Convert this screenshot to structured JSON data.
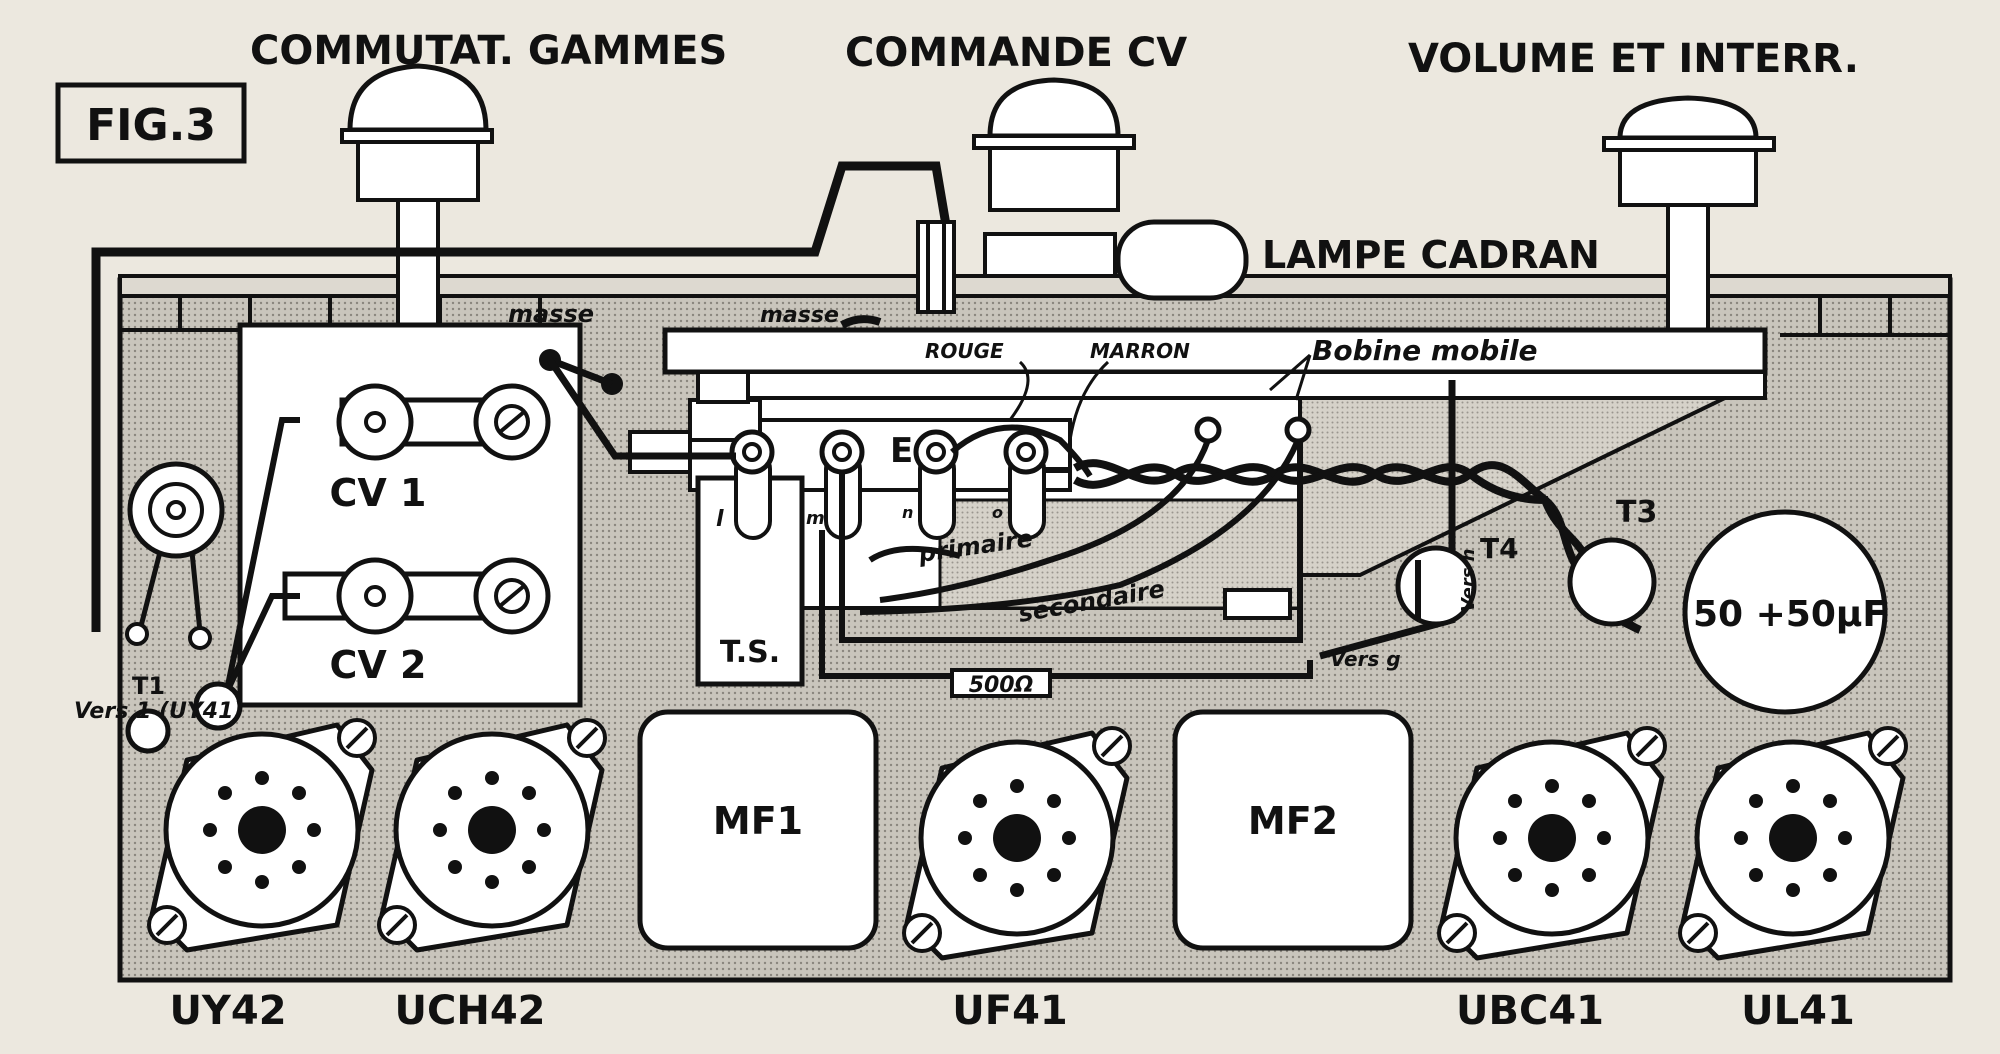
{
  "figure_label": "FIG.3",
  "top_labels": {
    "commutateur": "COMMUTAT. GAMMES",
    "commande_cv": "COMMANDE CV",
    "volume": "VOLUME  ET INTERR.",
    "lampe_cadran": "LAMPE CADRAN"
  },
  "wire_labels": {
    "masse_left": "masse",
    "masse_right": "masse",
    "rouge": "ROUGE",
    "marron": "MARRON",
    "bobine_mobile": "Bobine mobile",
    "primaire": "primaire",
    "secondaire": "secondaire",
    "vers_h": "Vers h",
    "vers_g": "Vers g",
    "vers_uy41": "Vers 1 (UY41)"
  },
  "components": {
    "cv1": "CV 1",
    "cv2": "CV 2",
    "ts": "T.S.",
    "e": "E",
    "t1": "T1",
    "t3": "T3",
    "t4": "T4",
    "resistor": "500Ω",
    "capacitor": "50 +50µF",
    "mf1": "MF1",
    "mf2": "MF2",
    "pins": {
      "l": "l",
      "m": "m",
      "n": "n",
      "o": "o"
    }
  },
  "tubes": [
    "UY42",
    "UCH42",
    "UF41",
    "UBC41",
    "UL41"
  ],
  "colors": {
    "ink": "#111111",
    "paper": "#ece8df",
    "chassis_shade": "#b9b5ac",
    "white": "#ffffff"
  }
}
